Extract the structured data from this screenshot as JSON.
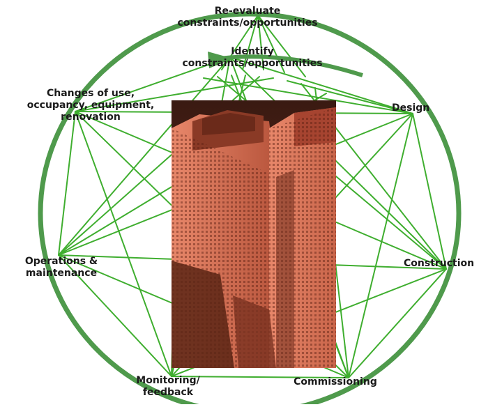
{
  "diagram": {
    "colors": {
      "ring": "#4f9a4c",
      "spoke": "#3fae2f",
      "photo_shadow": "#5a2414",
      "photo_mid": "#b8553c",
      "photo_light": "#e8876a"
    },
    "nodes": [
      {
        "id": "reevaluate",
        "lines": [
          "Re-evaluate",
          "constraints/opportunities"
        ]
      },
      {
        "id": "identify",
        "lines": [
          "Identify",
          "constraints/opportunities"
        ]
      },
      {
        "id": "design",
        "lines": [
          "Design"
        ]
      },
      {
        "id": "construction",
        "lines": [
          "Construction"
        ]
      },
      {
        "id": "commissioning",
        "lines": [
          "Commissioning"
        ]
      },
      {
        "id": "monitoring",
        "lines": [
          "Monitoring/",
          "feedback"
        ]
      },
      {
        "id": "operations",
        "lines": [
          "Operations &",
          "maintenance"
        ]
      },
      {
        "id": "changes",
        "lines": [
          "Changes of use,",
          "occupancy, equipment,",
          "renovation"
        ]
      }
    ],
    "photo": {
      "subject": "aerial view of high-rise office towers"
    }
  }
}
